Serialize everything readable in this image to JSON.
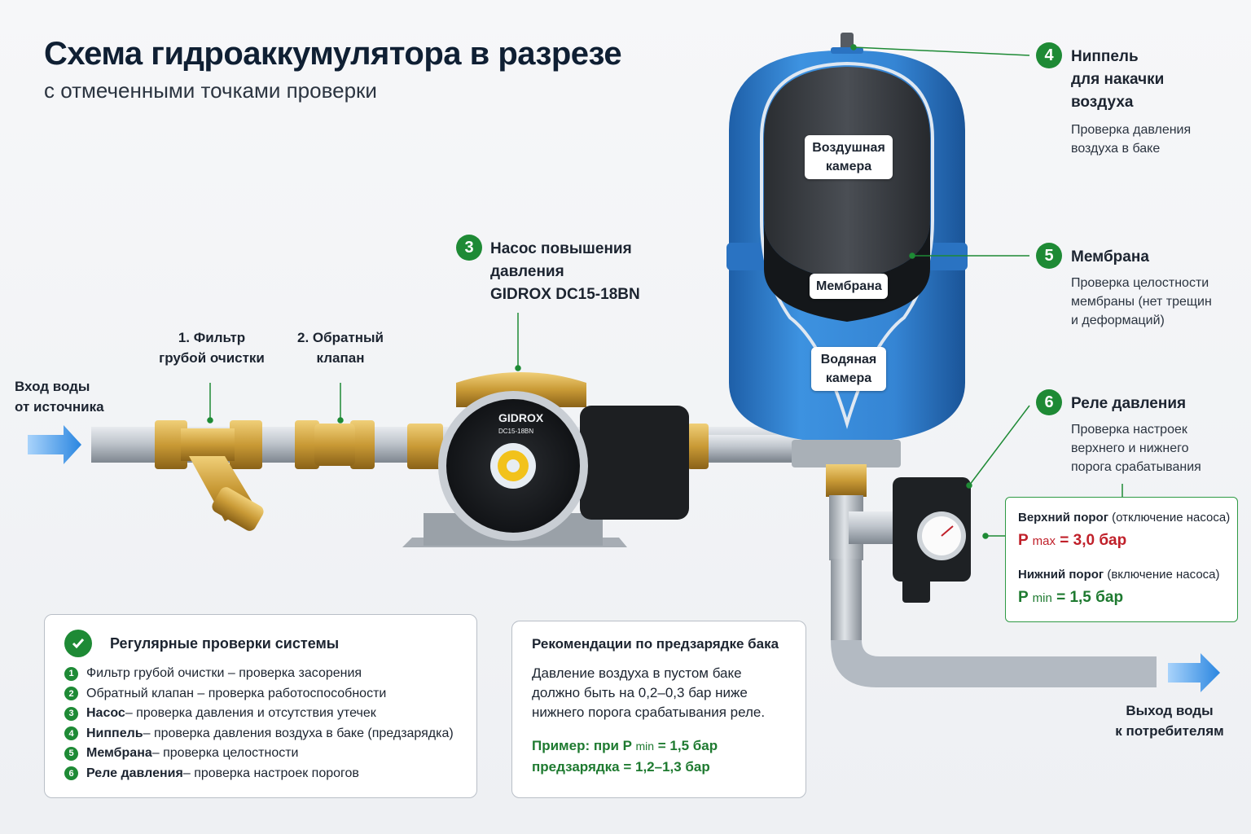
{
  "title": "Схема гидроаккумулятора в разрезе",
  "subtitle": "с отмеченными точками проверки",
  "inlet": "Вход воды\nот источника",
  "outlet": "Выход воды\nк потребителям",
  "filter_label": "1. Фильтр\nгрубой очистки",
  "valve_label": "2. Обратный\nклапан",
  "pump": {
    "num": "3",
    "title": "Насос повышения\nдавления\nGIDROX DC15-18BN",
    "brand": "GIDROX",
    "model": "DC15-18BN"
  },
  "tank_tags": {
    "air": "Воздушная\nкамера",
    "membrane": "Мембрана",
    "water": "Водяная\nкамера"
  },
  "callouts": [
    {
      "num": "4",
      "title": "Ниппель\nдля накачки\nвоздуха",
      "desc": "Проверка давления\nвоздуха в баке"
    },
    {
      "num": "5",
      "title": "Мембрана",
      "desc": "Проверка целостности\nмембраны (нет трещин\nи деформаций)"
    },
    {
      "num": "6",
      "title": "Реле давления",
      "desc": "Проверка настроек\nверхнего и нижнего\nпорога срабатывания"
    }
  ],
  "relay": {
    "upper_label": "Верхний порог",
    "upper_note": "(отключение насоса)",
    "pmax_prefix": "P",
    "pmax_sub": "max",
    "pmax_value": "= 3,0 бар",
    "lower_label": "Нижний порог",
    "lower_note": "(включение насоса)",
    "pmin_prefix": "P",
    "pmin_sub": "min",
    "pmin_value": "= 1,5 бар"
  },
  "checks": {
    "title": "Регулярные проверки системы",
    "items": [
      {
        "num": "1",
        "bold": "",
        "text": "Фильтр грубой очистки – проверка засорения"
      },
      {
        "num": "2",
        "bold": "",
        "text": "Обратный клапан – проверка работоспособности"
      },
      {
        "num": "3",
        "bold": "Насос",
        "text": " – проверка давления и отсутствия утечек"
      },
      {
        "num": "4",
        "bold": "Ниппель",
        "text": " – проверка давления воздуха в баке (предзарядка)"
      },
      {
        "num": "5",
        "bold": "Мембрана",
        "text": " – проверка целостности"
      },
      {
        "num": "6",
        "bold": "Реле давления",
        "text": " – проверка настроек порогов"
      }
    ]
  },
  "recommend": {
    "title": "Рекомендации по предзарядке бака",
    "text": "Давление воздуха в пустом баке\nдолжно быть на 0,2–0,3 бар ниже\nнижнего порога срабатывания реле.",
    "example_prefix": "Пример: при P",
    "example_sub": "min",
    "example_value": "= 1,5 бар",
    "example_line2": "предзарядка = 1,2–1,3 бар"
  },
  "colors": {
    "accent": "#1e8a35",
    "tank": "#2f7fd0",
    "brass": "#c89a38",
    "arrow": "#2f8ae0",
    "pipe": "#b8bec6"
  }
}
